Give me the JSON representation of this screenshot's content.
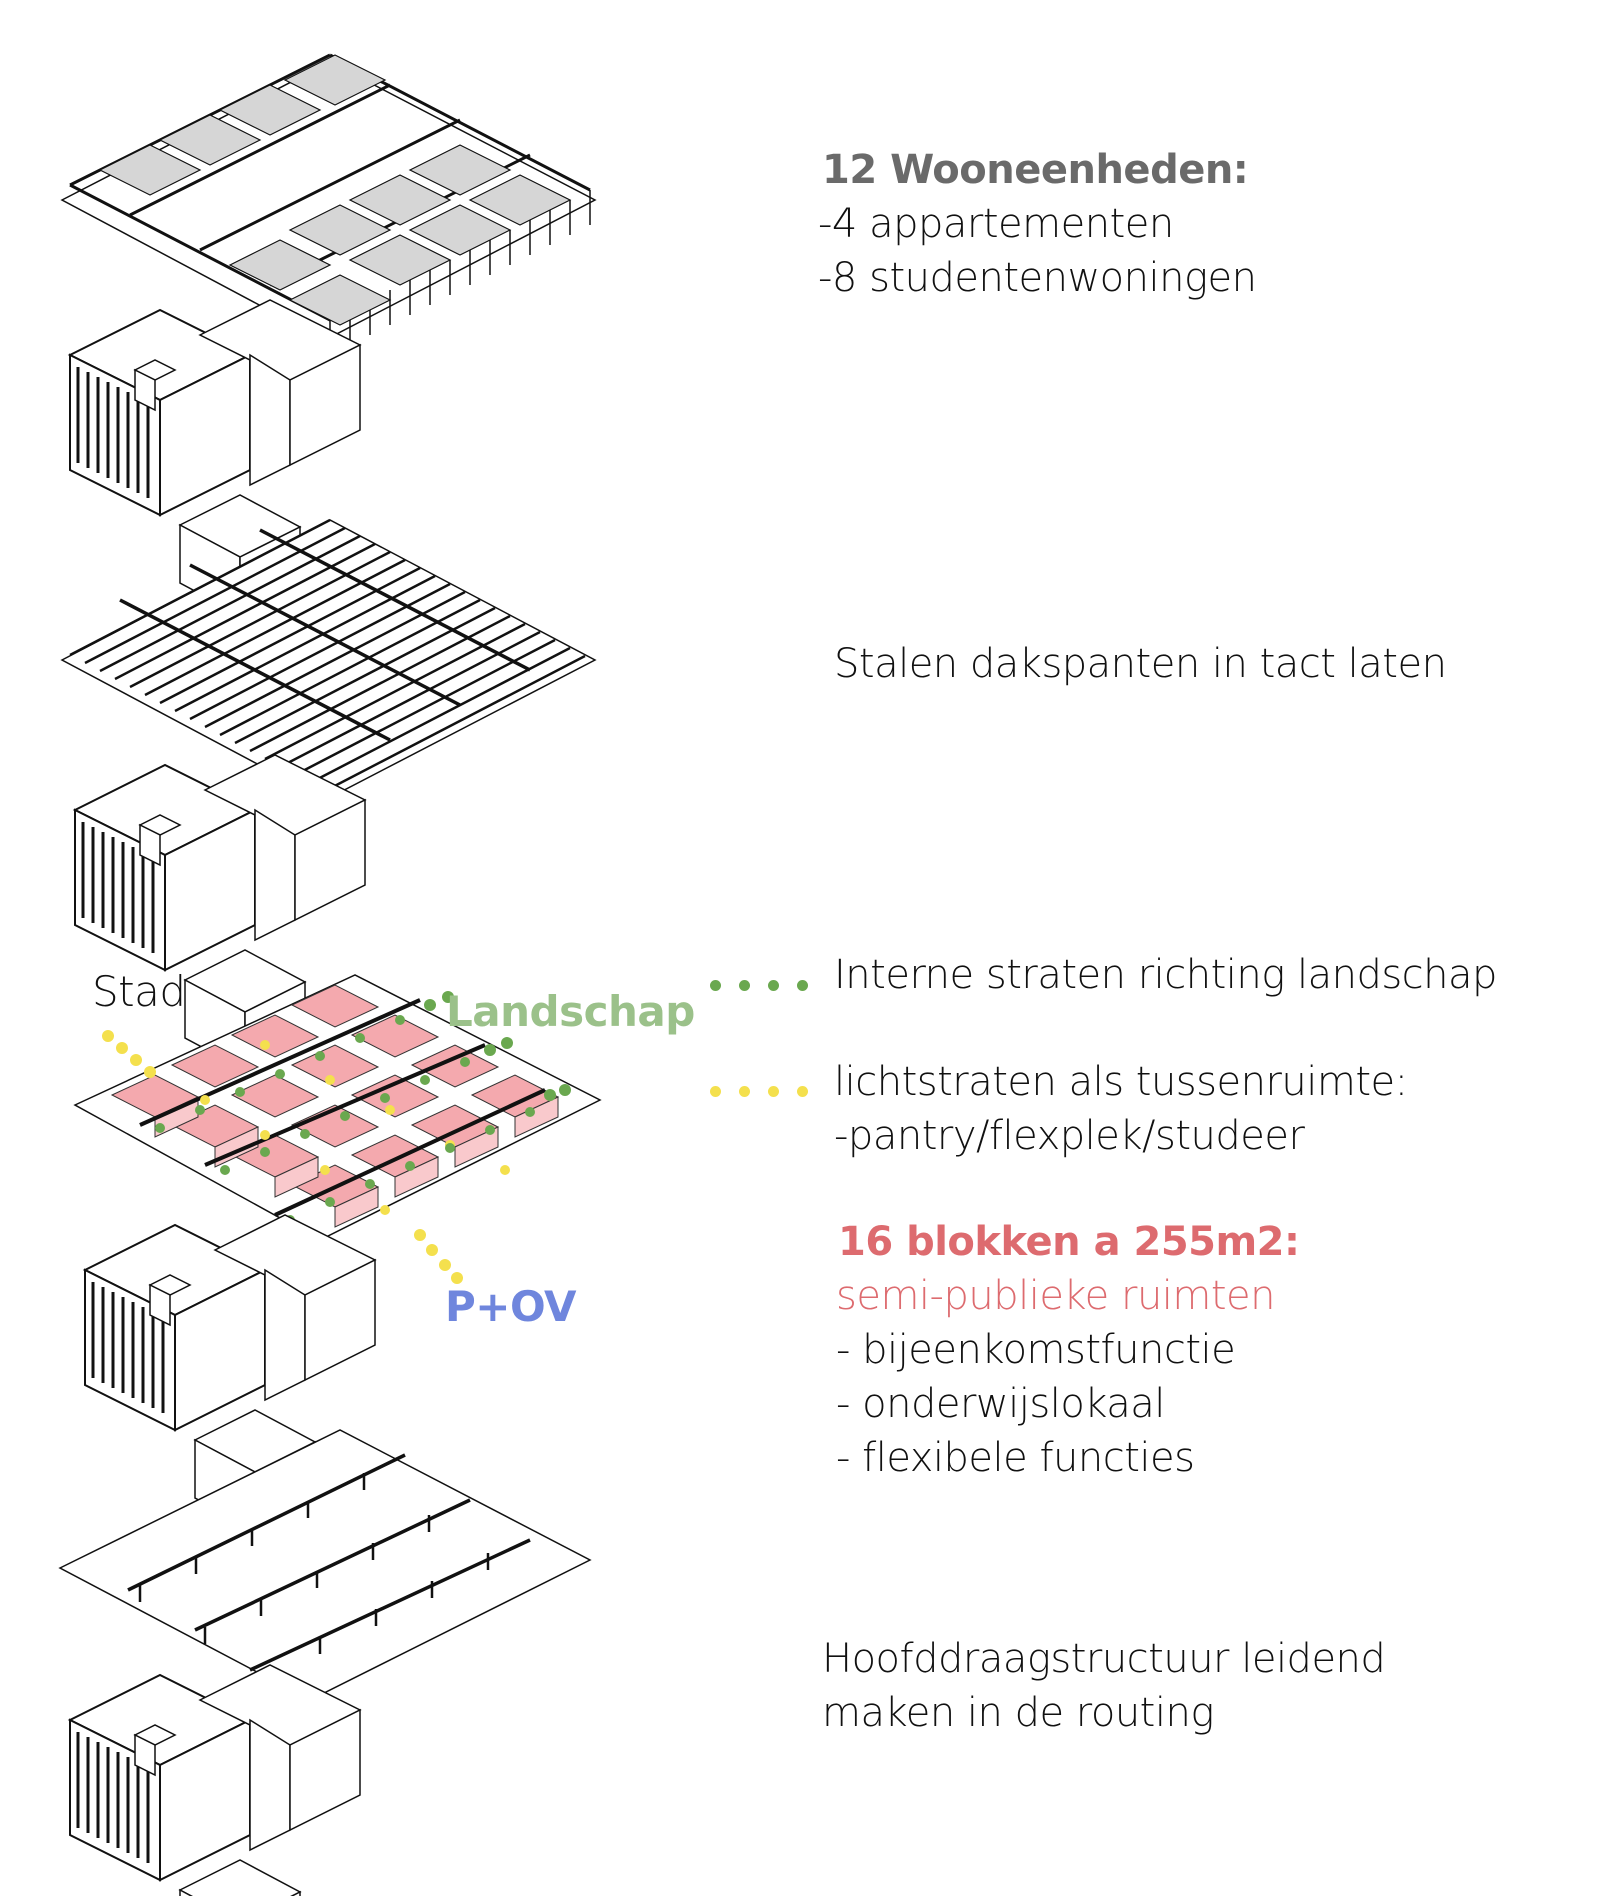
{
  "colors": {
    "line": "#111111",
    "unit_fill": "#d6d6d6",
    "block_fill": "#f4a9ae",
    "block_side": "#f9c9cc",
    "green_dot": "#6aa84f",
    "yellow_dot": "#f4e04d",
    "heading_grey": "#6a6a6a",
    "pink_text": "#dd6b6f",
    "green_text": "#9bc18a",
    "blue_text": "#6f86dd"
  },
  "step1": {
    "heading": "12 Wooneenheden:",
    "lines": [
      "-4 appartementen",
      "-8 studentenwoningen"
    ]
  },
  "step2": {
    "caption": "Stalen dakspanten in tact laten"
  },
  "step3": {
    "labels": {
      "stad": "Stad",
      "landschap": "Landschap",
      "pov": "P+OV"
    },
    "legend": [
      {
        "color": "green",
        "icon": "green-dots-icon",
        "text": "Interne straten richting landschap"
      },
      {
        "color": "yellow",
        "icon": "yellow-dots-icon",
        "text": "lichtstraten als tussenruimte:"
      }
    ],
    "legend_sub": "-pantry/flexplek/studeer",
    "blocks_heading": "16 blokken a 255m2:",
    "blocks_sub": "semi-publieke ruimten",
    "functions": [
      "- bijeenkomstfunctie",
      "- onderwijslokaal",
      "- flexibele functies"
    ]
  },
  "step4": {
    "lines": [
      "Hoofddraagstructuur leidend",
      "maken in de routing"
    ]
  }
}
